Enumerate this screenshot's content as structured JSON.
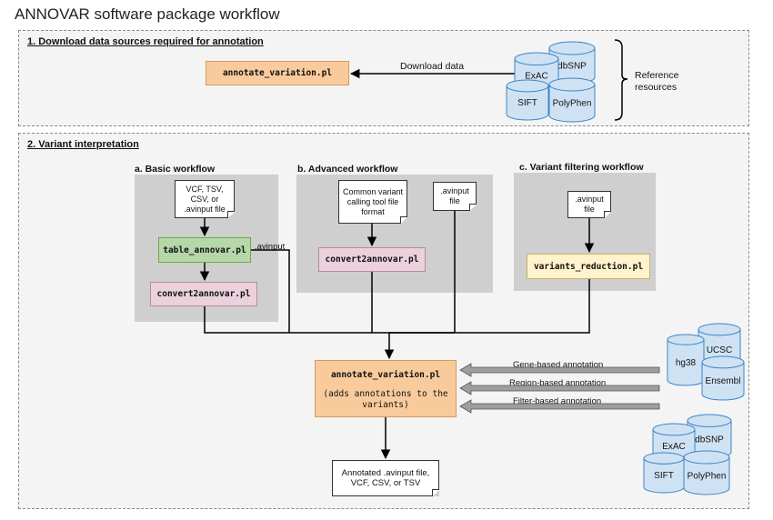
{
  "title": "ANNOVAR software package workflow",
  "section1": {
    "label": "1. Download data sources required for annotation",
    "tool": "annotate_variation.pl",
    "arrow_label": "Download data",
    "databases": [
      "ExAC",
      "dbSNP",
      "SIFT",
      "PolyPhen"
    ],
    "bracket_label_line1": "Reference",
    "bracket_label_line2": "resources"
  },
  "section2": {
    "label": "2. Variant interpretation",
    "basic": {
      "title": "a. Basic workflow",
      "input": "VCF, TSV, CSV, or .avinput file",
      "tool1": "table_annovar.pl",
      "tool2": "convert2annovar.pl",
      "side_label": ".avinput"
    },
    "advanced": {
      "title": "b. Advanced workflow",
      "input1": "Common variant calling tool file format",
      "input2": ".avinput file",
      "tool": "convert2annovar.pl"
    },
    "filtering": {
      "title": "c. Variant filtering workflow",
      "input": ".avinput file",
      "tool": "variants_reduction.pl"
    },
    "main": {
      "tool": "annotate_variation.pl",
      "note": "(adds annotations to the variants)"
    },
    "annotations": [
      "Gene-based annotation",
      "Region-based annotation",
      "Filter-based annotation"
    ],
    "db_group1": [
      "UCSC",
      "hg38",
      "Ensembl"
    ],
    "db_group2": [
      "ExAC",
      "dbSNP",
      "SIFT",
      "PolyPhen"
    ],
    "output": "Annotated .avinput file, VCF, CSV, or TSV"
  },
  "colors": {
    "orange": "#f9cb9c",
    "green": "#b6d7a8",
    "pink": "#ead1dc",
    "yellow": "#fff2cc",
    "db_blue": "#cfe2f3"
  }
}
